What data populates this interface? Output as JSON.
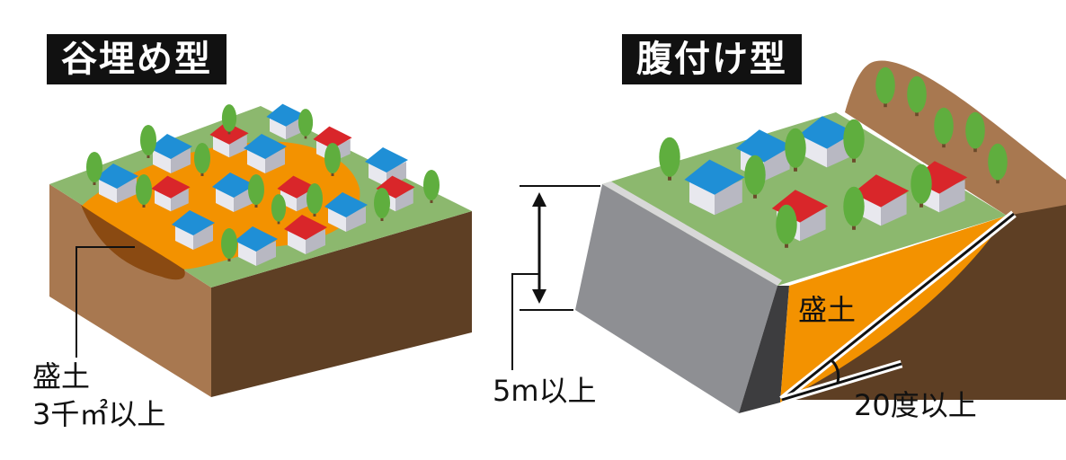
{
  "left_panel": {
    "title": "谷埋め型",
    "label_fill": "盛土",
    "label_area": "3千㎡以上"
  },
  "right_panel": {
    "title": "腹付け型",
    "label_fill": "盛土",
    "label_height": "5m以上",
    "label_angle": "20度以上"
  },
  "colors": {
    "grass": "#8cb86e",
    "fill": "#f39200",
    "soil_light": "#a87850",
    "soil_dark": "#5e3f24",
    "wall": "#8e8f93",
    "wall_dark": "#3d3d3f",
    "roof_blue": "#1f8fd6",
    "roof_red": "#d9262a",
    "tree": "#5fae3e"
  }
}
